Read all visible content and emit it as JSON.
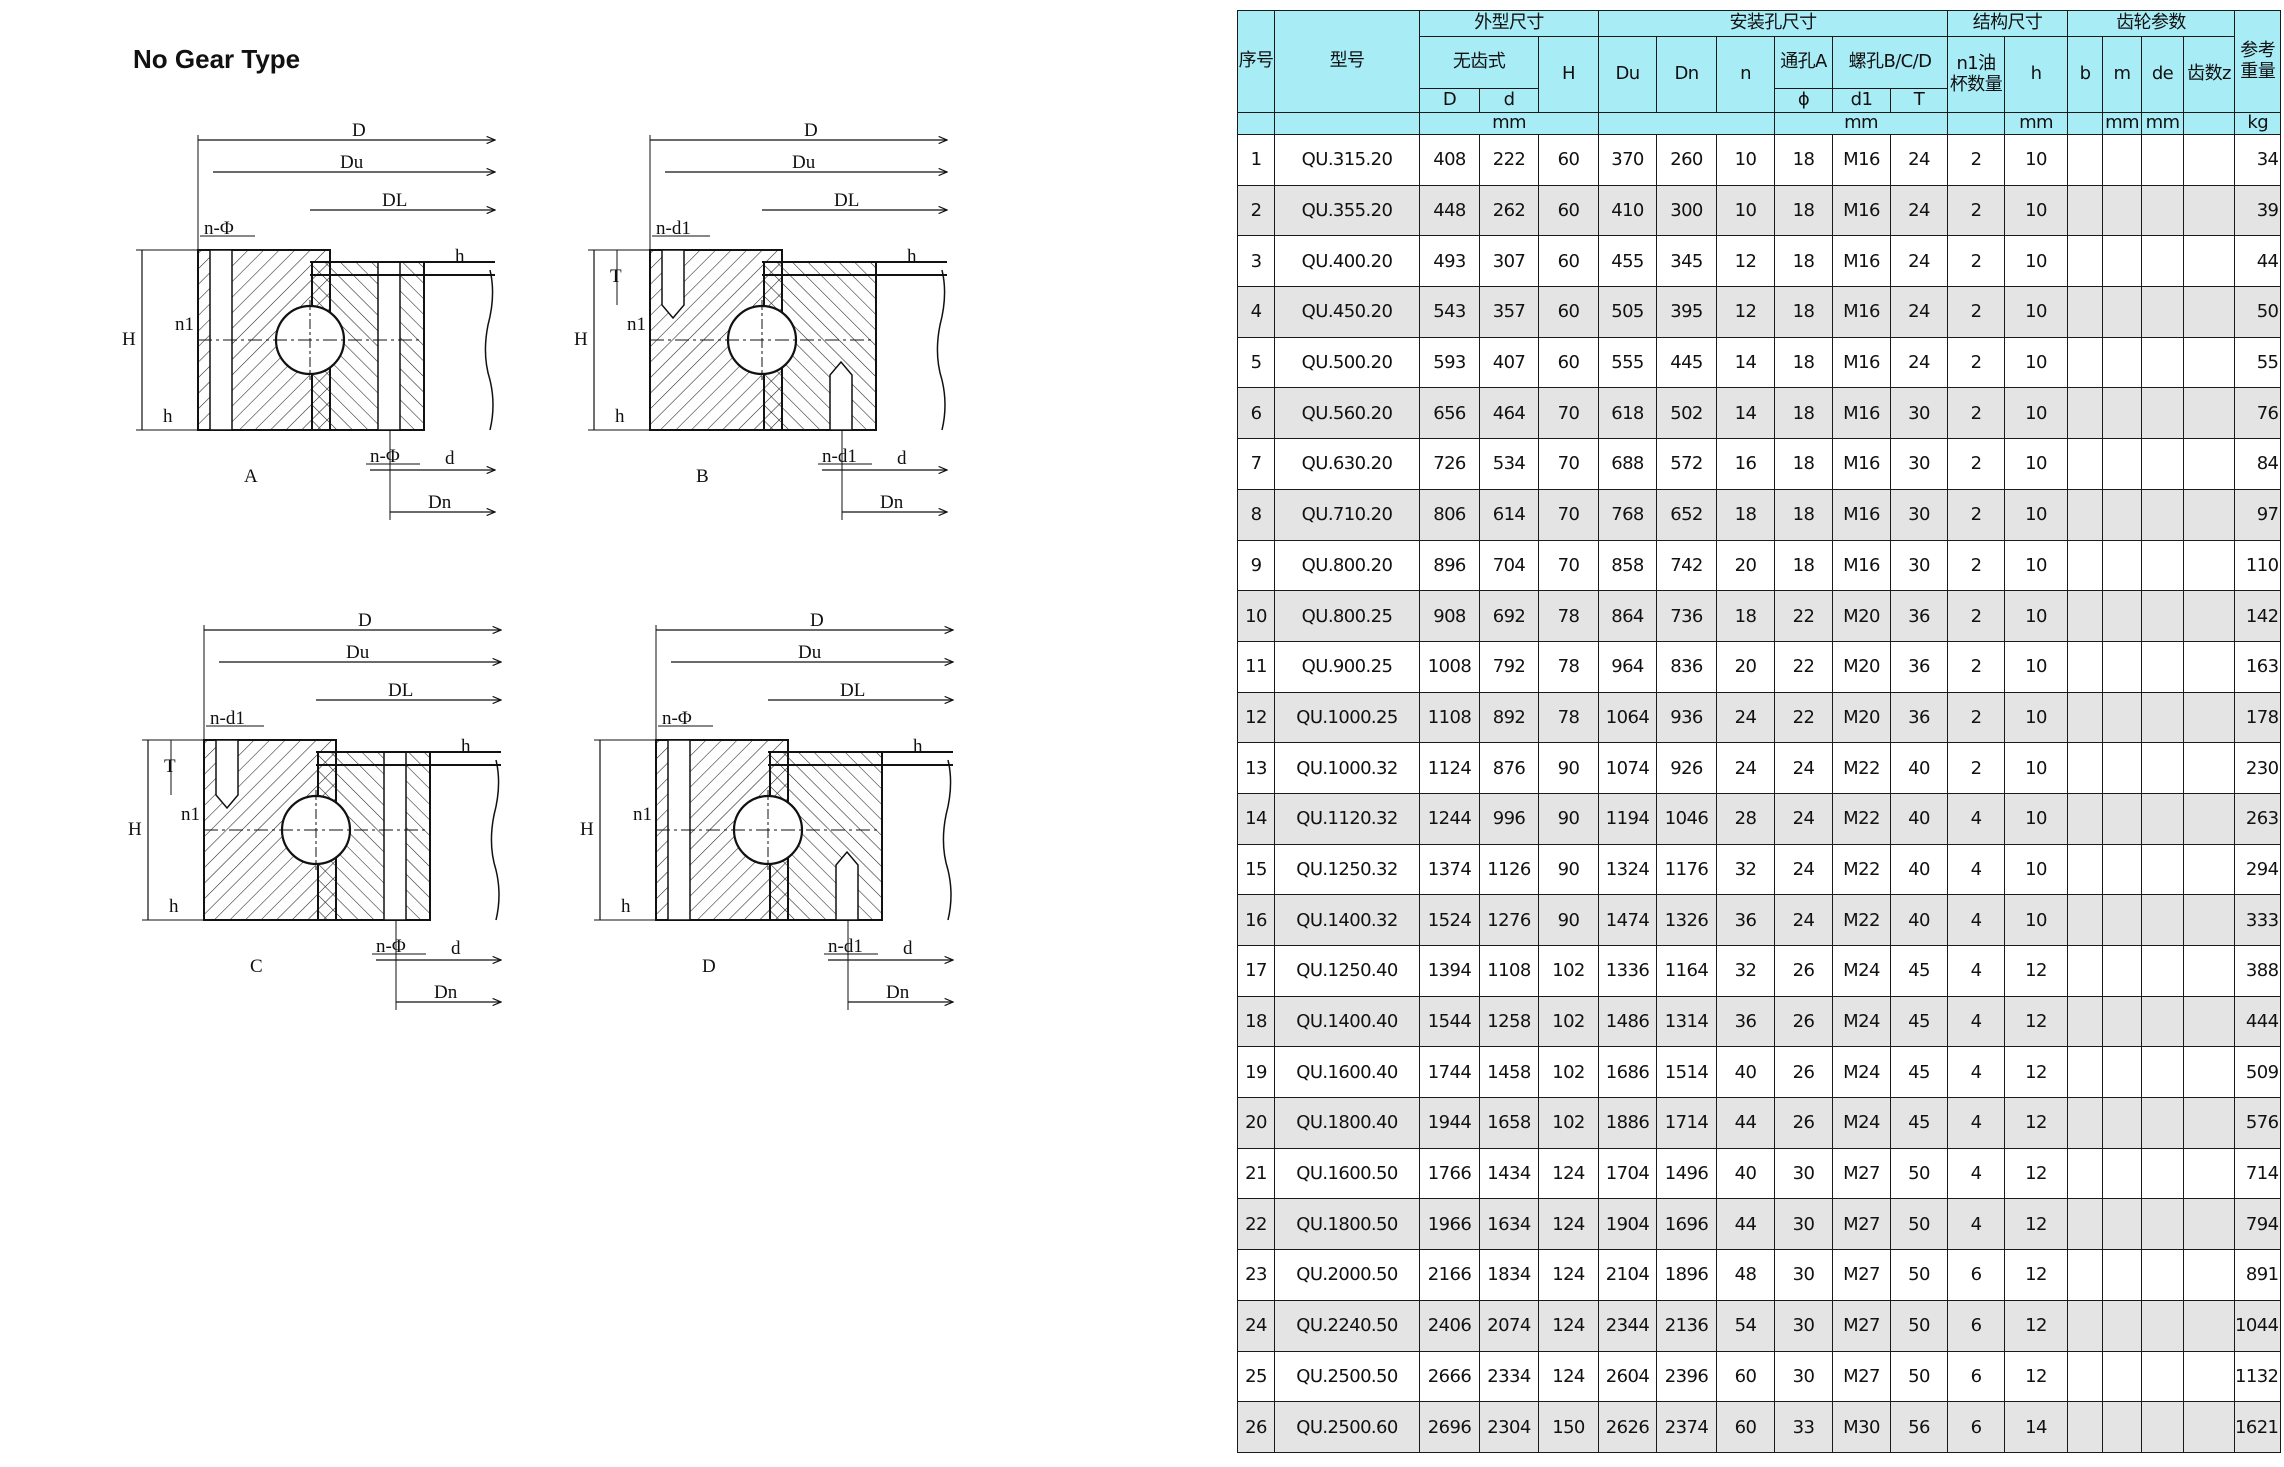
{
  "page": {
    "title": "No Gear Type"
  },
  "diagrams": [
    {
      "caption": "A",
      "top_hole": "n-Φ",
      "bottom_hole": "n-Φ",
      "labels": {
        "D": "D",
        "Du": "Du",
        "DL": "DL",
        "H": "H",
        "h1": "h",
        "h2": "h",
        "n1": "n1",
        "d": "d",
        "Dn": "Dn"
      }
    },
    {
      "caption": "B",
      "top_hole": "n-d1",
      "bottom_hole": "n-d1",
      "T": "T",
      "labels": {
        "D": "D",
        "Du": "Du",
        "DL": "DL",
        "H": "H",
        "h1": "h",
        "h2": "h",
        "n1": "n1",
        "d": "d",
        "Dn": "Dn"
      }
    },
    {
      "caption": "C",
      "top_hole": "n-d1",
      "bottom_hole": "n-Φ",
      "T": "T",
      "labels": {
        "D": "D",
        "Du": "Du",
        "DL": "DL",
        "H": "H",
        "h1": "h",
        "h2": "h",
        "n1": "n1",
        "d": "d",
        "Dn": "Dn"
      }
    },
    {
      "caption": "D",
      "top_hole": "n-Φ",
      "bottom_hole": "n-d1",
      "labels": {
        "D": "D",
        "Du": "Du",
        "DL": "DL",
        "H": "H",
        "h1": "h",
        "h2": "h",
        "n1": "n1",
        "d": "d",
        "Dn": "Dn"
      }
    }
  ],
  "table": {
    "header": {
      "seq": "序号",
      "model": "型号",
      "outer": "外型尺寸",
      "install": "安装孔尺寸",
      "struct": "结构尺寸",
      "gear": "齿轮参数",
      "weight": "参考重量",
      "no_gear": "无齿式",
      "H": "H",
      "Du": "Du",
      "Dn": "Dn",
      "n": "n",
      "through_hole": "通孔A",
      "thread_hole": "螺孔B/C/D",
      "n1": "n1油杯数量",
      "h": "h",
      "b": "b",
      "m": "m",
      "de": "de",
      "z": "齿数z",
      "D": "D",
      "d": "d",
      "phi": "ϕ",
      "d1": "d1",
      "T": "T",
      "unit_mm1": "mm",
      "unit_mm2": "mm",
      "unit_mm3": "mm",
      "unit_mm4": "mm",
      "unit_mm5": "mm",
      "unit_kg": "kg"
    },
    "rows": [
      [
        "1",
        "QU.315.20",
        "408",
        "222",
        "60",
        "370",
        "260",
        "10",
        "18",
        "M16",
        "24",
        "2",
        "10",
        "",
        "",
        "",
        "",
        "34"
      ],
      [
        "2",
        "QU.355.20",
        "448",
        "262",
        "60",
        "410",
        "300",
        "10",
        "18",
        "M16",
        "24",
        "2",
        "10",
        "",
        "",
        "",
        "",
        "39"
      ],
      [
        "3",
        "QU.400.20",
        "493",
        "307",
        "60",
        "455",
        "345",
        "12",
        "18",
        "M16",
        "24",
        "2",
        "10",
        "",
        "",
        "",
        "",
        "44"
      ],
      [
        "4",
        "QU.450.20",
        "543",
        "357",
        "60",
        "505",
        "395",
        "12",
        "18",
        "M16",
        "24",
        "2",
        "10",
        "",
        "",
        "",
        "",
        "50"
      ],
      [
        "5",
        "QU.500.20",
        "593",
        "407",
        "60",
        "555",
        "445",
        "14",
        "18",
        "M16",
        "24",
        "2",
        "10",
        "",
        "",
        "",
        "",
        "55"
      ],
      [
        "6",
        "QU.560.20",
        "656",
        "464",
        "70",
        "618",
        "502",
        "14",
        "18",
        "M16",
        "30",
        "2",
        "10",
        "",
        "",
        "",
        "",
        "76"
      ],
      [
        "7",
        "QU.630.20",
        "726",
        "534",
        "70",
        "688",
        "572",
        "16",
        "18",
        "M16",
        "30",
        "2",
        "10",
        "",
        "",
        "",
        "",
        "84"
      ],
      [
        "8",
        "QU.710.20",
        "806",
        "614",
        "70",
        "768",
        "652",
        "18",
        "18",
        "M16",
        "30",
        "2",
        "10",
        "",
        "",
        "",
        "",
        "97"
      ],
      [
        "9",
        "QU.800.20",
        "896",
        "704",
        "70",
        "858",
        "742",
        "20",
        "18",
        "M16",
        "30",
        "2",
        "10",
        "",
        "",
        "",
        "",
        "110"
      ],
      [
        "10",
        "QU.800.25",
        "908",
        "692",
        "78",
        "864",
        "736",
        "18",
        "22",
        "M20",
        "36",
        "2",
        "10",
        "",
        "",
        "",
        "",
        "142"
      ],
      [
        "11",
        "QU.900.25",
        "1008",
        "792",
        "78",
        "964",
        "836",
        "20",
        "22",
        "M20",
        "36",
        "2",
        "10",
        "",
        "",
        "",
        "",
        "163"
      ],
      [
        "12",
        "QU.1000.25",
        "1108",
        "892",
        "78",
        "1064",
        "936",
        "24",
        "22",
        "M20",
        "36",
        "2",
        "10",
        "",
        "",
        "",
        "",
        "178"
      ],
      [
        "13",
        "QU.1000.32",
        "1124",
        "876",
        "90",
        "1074",
        "926",
        "24",
        "24",
        "M22",
        "40",
        "2",
        "10",
        "",
        "",
        "",
        "",
        "230"
      ],
      [
        "14",
        "QU.1120.32",
        "1244",
        "996",
        "90",
        "1194",
        "1046",
        "28",
        "24",
        "M22",
        "40",
        "4",
        "10",
        "",
        "",
        "",
        "",
        "263"
      ],
      [
        "15",
        "QU.1250.32",
        "1374",
        "1126",
        "90",
        "1324",
        "1176",
        "32",
        "24",
        "M22",
        "40",
        "4",
        "10",
        "",
        "",
        "",
        "",
        "294"
      ],
      [
        "16",
        "QU.1400.32",
        "1524",
        "1276",
        "90",
        "1474",
        "1326",
        "36",
        "24",
        "M22",
        "40",
        "4",
        "10",
        "",
        "",
        "",
        "",
        "333"
      ],
      [
        "17",
        "QU.1250.40",
        "1394",
        "1108",
        "102",
        "1336",
        "1164",
        "32",
        "26",
        "M24",
        "45",
        "4",
        "12",
        "",
        "",
        "",
        "",
        "388"
      ],
      [
        "18",
        "QU.1400.40",
        "1544",
        "1258",
        "102",
        "1486",
        "1314",
        "36",
        "26",
        "M24",
        "45",
        "4",
        "12",
        "",
        "",
        "",
        "",
        "444"
      ],
      [
        "19",
        "QU.1600.40",
        "1744",
        "1458",
        "102",
        "1686",
        "1514",
        "40",
        "26",
        "M24",
        "45",
        "4",
        "12",
        "",
        "",
        "",
        "",
        "509"
      ],
      [
        "20",
        "QU.1800.40",
        "1944",
        "1658",
        "102",
        "1886",
        "1714",
        "44",
        "26",
        "M24",
        "45",
        "4",
        "12",
        "",
        "",
        "",
        "",
        "576"
      ],
      [
        "21",
        "QU.1600.50",
        "1766",
        "1434",
        "124",
        "1704",
        "1496",
        "40",
        "30",
        "M27",
        "50",
        "4",
        "12",
        "",
        "",
        "",
        "",
        "714"
      ],
      [
        "22",
        "QU.1800.50",
        "1966",
        "1634",
        "124",
        "1904",
        "1696",
        "44",
        "30",
        "M27",
        "50",
        "4",
        "12",
        "",
        "",
        "",
        "",
        "794"
      ],
      [
        "23",
        "QU.2000.50",
        "2166",
        "1834",
        "124",
        "2104",
        "1896",
        "48",
        "30",
        "M27",
        "50",
        "6",
        "12",
        "",
        "",
        "",
        "",
        "891"
      ],
      [
        "24",
        "QU.2240.50",
        "2406",
        "2074",
        "124",
        "2344",
        "2136",
        "54",
        "30",
        "M27",
        "50",
        "6",
        "12",
        "",
        "",
        "",
        "",
        "1044"
      ],
      [
        "25",
        "QU.2500.50",
        "2666",
        "2334",
        "124",
        "2604",
        "2396",
        "60",
        "30",
        "M27",
        "50",
        "6",
        "12",
        "",
        "",
        "",
        "",
        "1132"
      ],
      [
        "26",
        "QU.2500.60",
        "2696",
        "2304",
        "150",
        "2626",
        "2374",
        "60",
        "33",
        "M30",
        "56",
        "6",
        "14",
        "",
        "",
        "",
        "",
        "1621"
      ]
    ]
  }
}
